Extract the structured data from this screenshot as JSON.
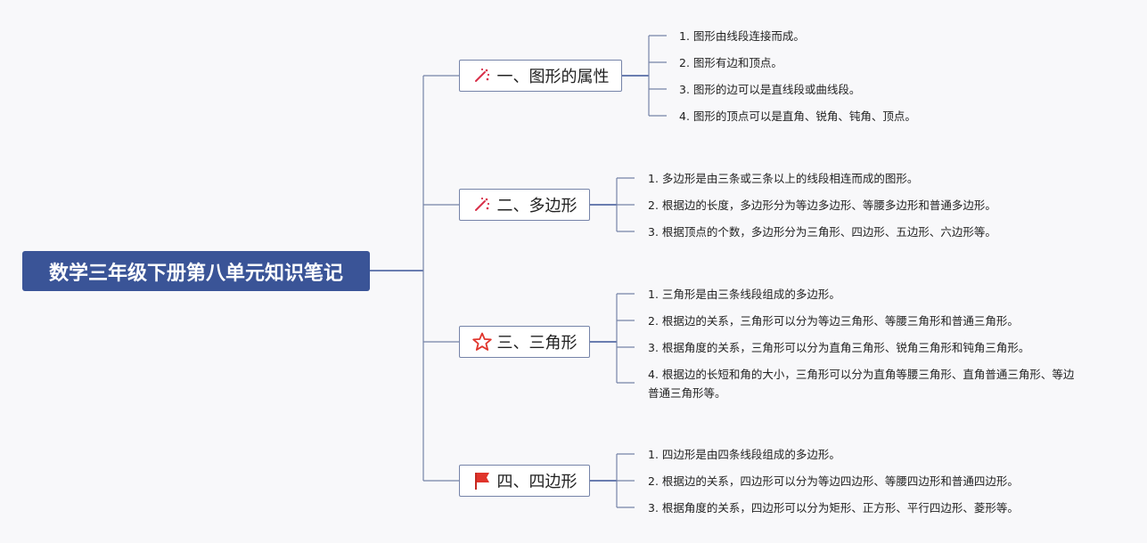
{
  "root": {
    "title": "数学三年级下册第八单元知识笔记"
  },
  "branches": [
    {
      "label": "一、图形的属性",
      "icon": "magic-wand-icon",
      "items": [
        "1. 图形由线段连接而成。",
        "2. 图形有边和顶点。",
        "3. 图形的边可以是直线段或曲线段。",
        "4. 图形的顶点可以是直角、锐角、钝角、顶点。"
      ]
    },
    {
      "label": "二、多边形",
      "icon": "magic-wand-icon",
      "items": [
        "1. 多边形是由三条或三条以上的线段相连而成的图形。",
        "2. 根据边的长度，多边形分为等边多边形、等腰多边形和普通多边形。",
        "3. 根据顶点的个数，多边形分为三角形、四边形、五边形、六边形等。"
      ]
    },
    {
      "label": "三、三角形",
      "icon": "star-icon",
      "items": [
        "1. 三角形是由三条线段组成的多边形。",
        "2. 根据边的关系，三角形可以分为等边三角形、等腰三角形和普通三角形。",
        "3. 根据角度的关系，三角形可以分为直角三角形、锐角三角形和钝角三角形。",
        "4. 根据边的长短和角的大小，三角形可以分为直角等腰三角形、直角普通三角形、等边普通三角形等。"
      ]
    },
    {
      "label": "四、四边形",
      "icon": "flag-icon",
      "items": [
        "1. 四边形是由四条线段组成的多边形。",
        "2. 根据边的关系，四边形可以分为等边四边形、等腰四边形和普通四边形。",
        "3. 根据角度的关系，四边形可以分为矩形、正方形、平行四边形、菱形等。"
      ]
    }
  ],
  "colors": {
    "root": "#3a5497",
    "line": "#7583a8",
    "icon_red": "#e0342b"
  }
}
